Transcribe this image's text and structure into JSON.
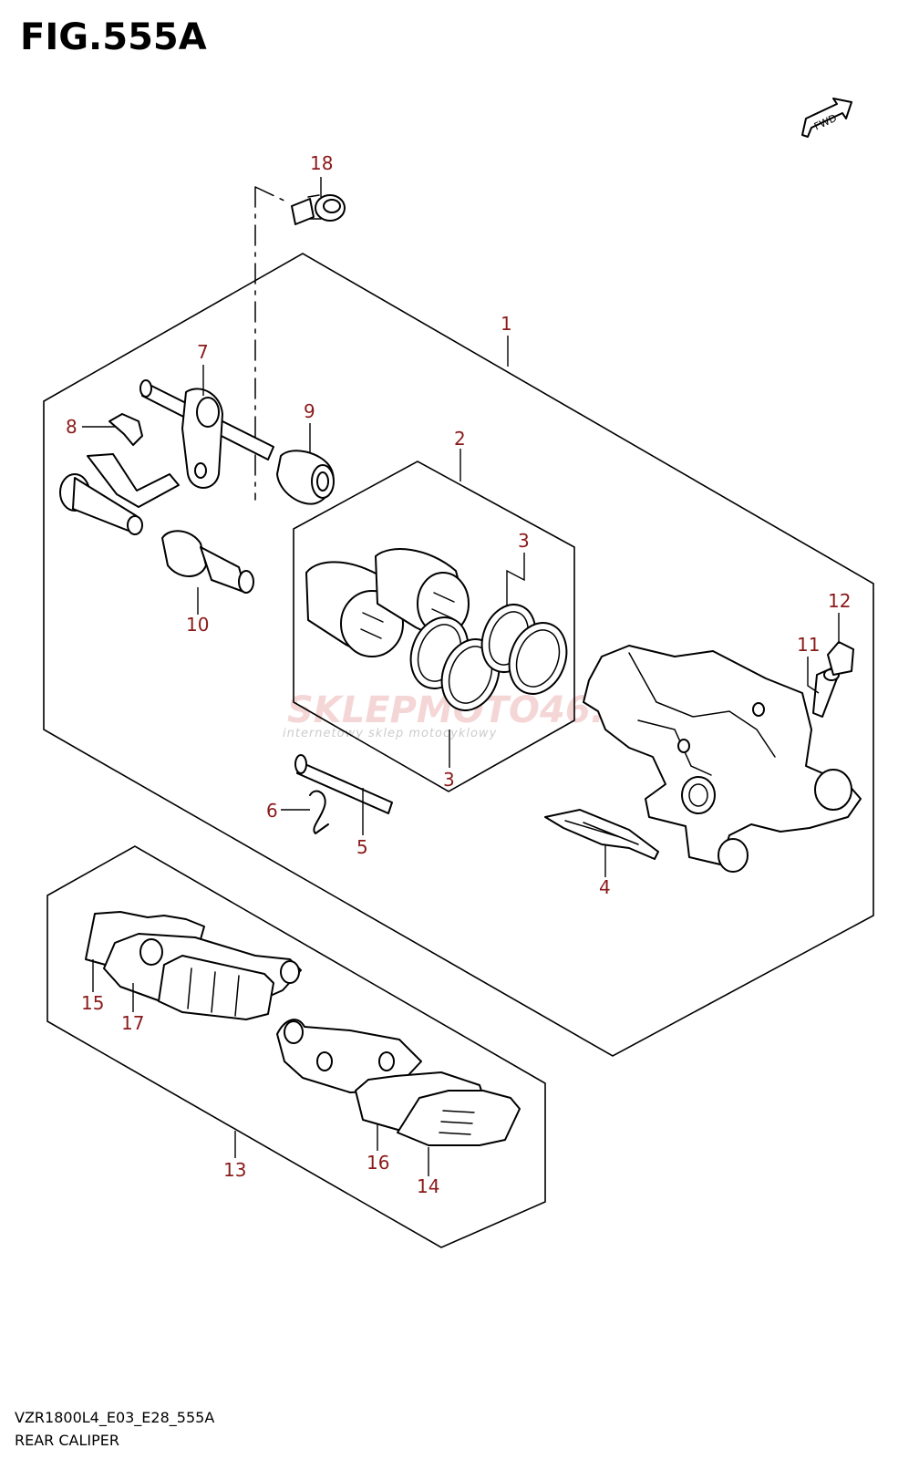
{
  "figure": {
    "title": "FIG.555A",
    "model_code": "VZR1800L4_E03_E28_555A",
    "name": "REAR CALIPER",
    "fwd_label": "FWD"
  },
  "watermark": {
    "main": "SKLEPMOTO46.PL",
    "sub": "internetowy sklep motocyklowy"
  },
  "callouts": [
    "18",
    "1",
    "7",
    "8",
    "9",
    "10",
    "2",
    "3",
    "3",
    "12",
    "11",
    "6",
    "5",
    "4",
    "15",
    "17",
    "13",
    "16",
    "14"
  ],
  "colors": {
    "callout": "#8b1a1a",
    "line": "#000000",
    "watermark": "#f2c6c6"
  }
}
